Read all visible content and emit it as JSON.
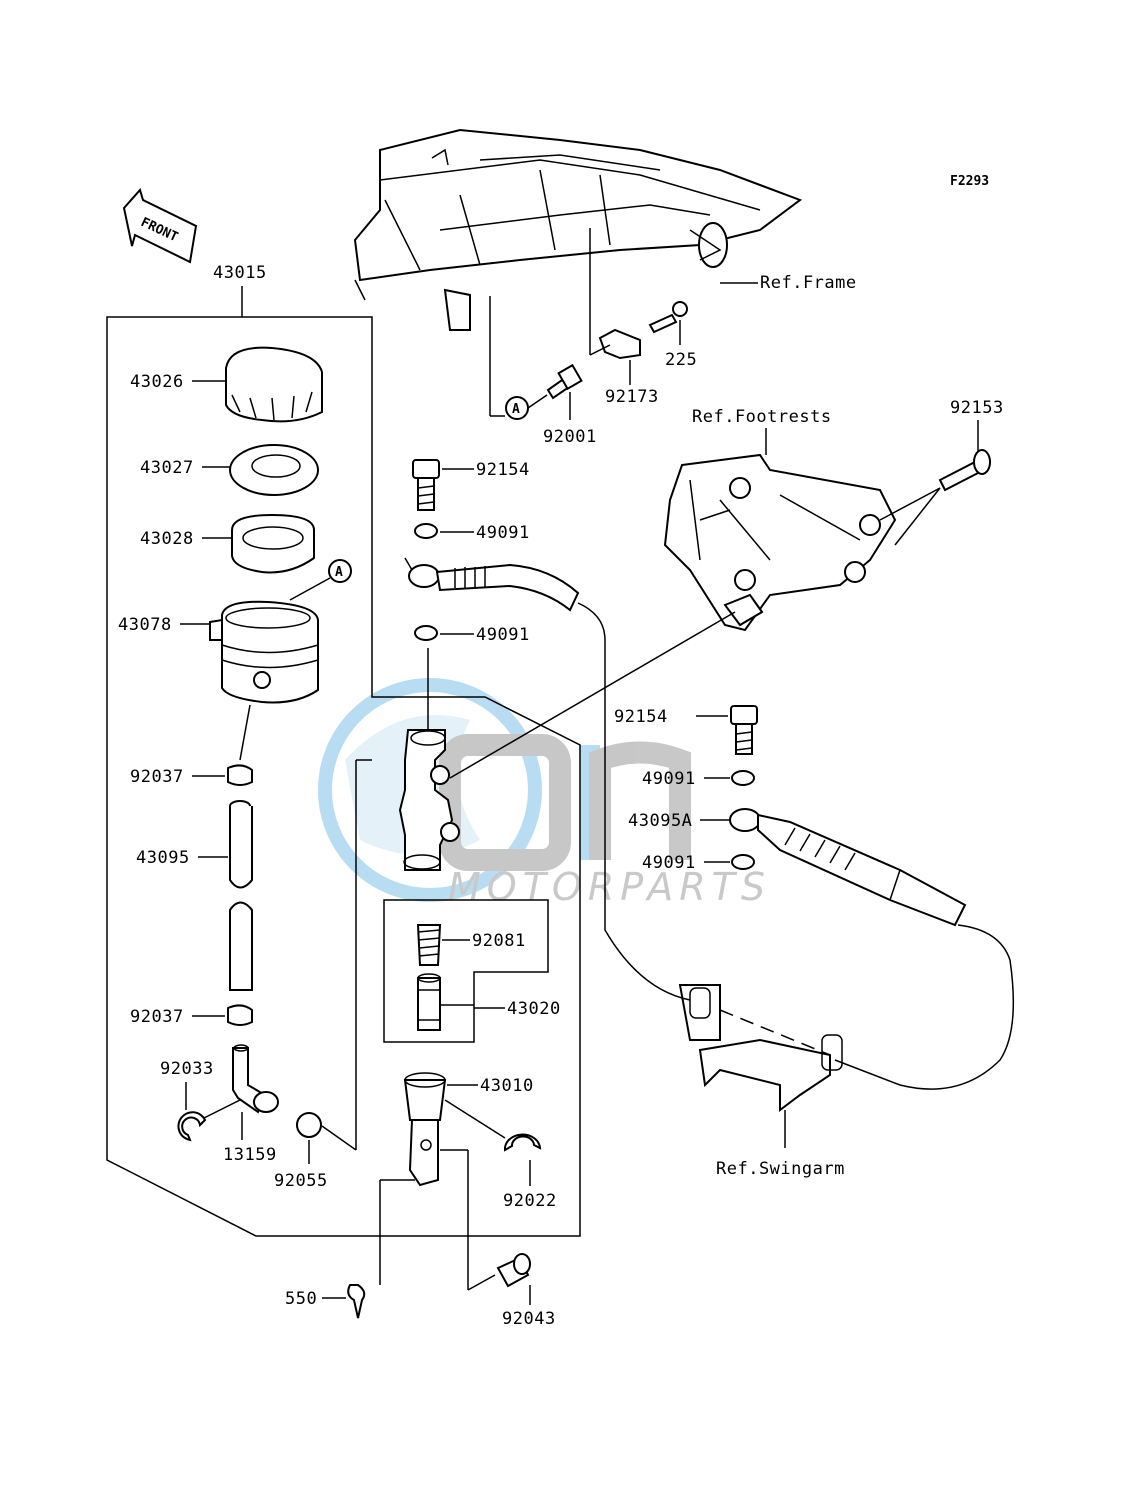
{
  "diagram_code": "F2293",
  "front_arrow": {
    "text": "FRONT",
    "icon": "front-direction-arrow-icon"
  },
  "refs": {
    "frame": "Ref.Frame",
    "footrests": "Ref.Footrests",
    "swingarm": "Ref.Swingarm"
  },
  "marker_a": "A",
  "watermark": {
    "text": "MOTORPARTS",
    "logo_icon": "oem-logo-icon"
  },
  "parts": {
    "p43015": "43015",
    "p43026": "43026",
    "p43027": "43027",
    "p43028": "43028",
    "p43078": "43078",
    "p92037a": "92037",
    "p43095": "43095",
    "p92037b": "92037",
    "p92033": "92033",
    "p13159": "13159",
    "p92055": "92055",
    "p225": "225",
    "p92173": "92173",
    "p92001": "92001",
    "p92154a": "92154",
    "p49091a": "49091",
    "p49091b": "49091",
    "p92153": "92153",
    "p92154b": "92154",
    "p49091c": "49091",
    "p43095A": "43095A",
    "p49091d": "49091",
    "p92081": "92081",
    "p43020": "43020",
    "p43010": "43010",
    "p92022": "92022",
    "p550": "550",
    "p92043": "92043"
  }
}
